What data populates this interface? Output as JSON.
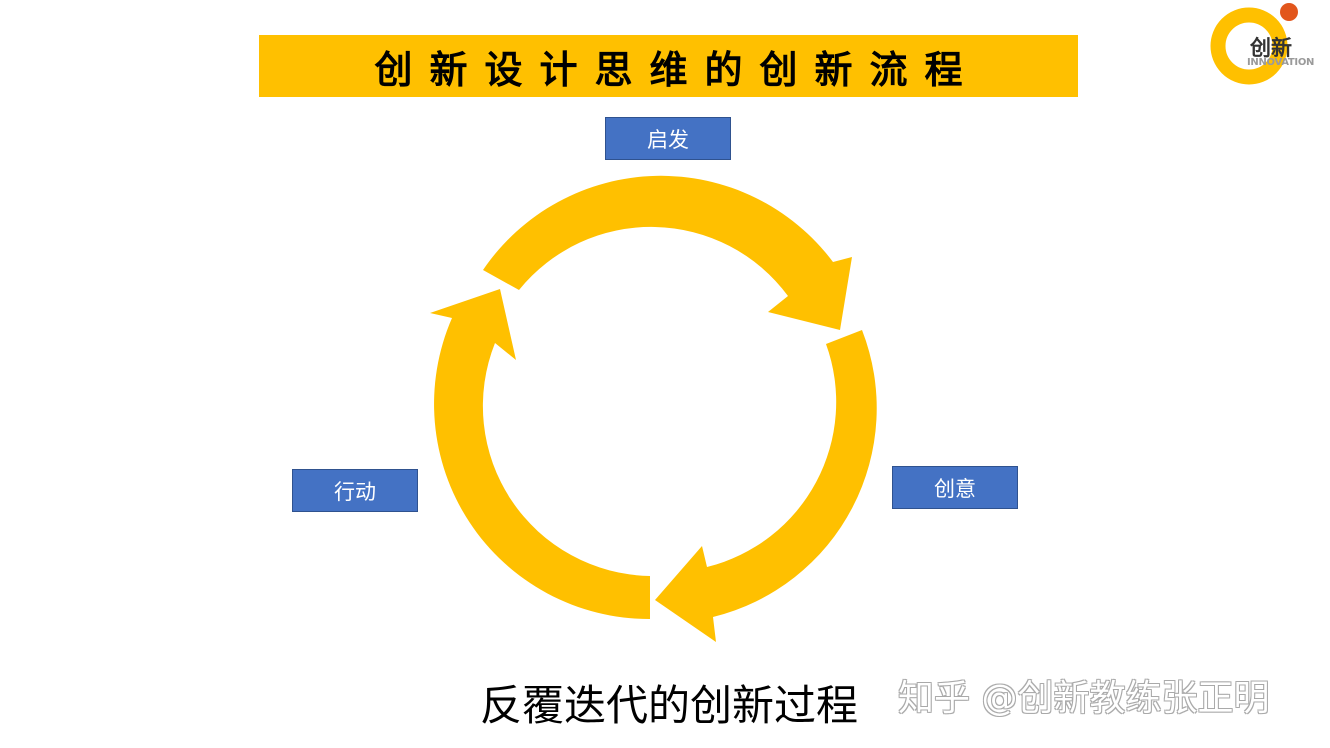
{
  "title": "创新设计思维的创新流程",
  "logo": {
    "text_cn": "创新",
    "text_en": "INNOVATION",
    "ring_color": "#ffc000",
    "dot_color": "#e2561c"
  },
  "diagram": {
    "arrow_color": "#ffc000",
    "stage_color": "#4472c4",
    "stages": [
      {
        "label": "启发"
      },
      {
        "label": "创意"
      },
      {
        "label": "行动"
      }
    ]
  },
  "caption": "反覆迭代的创新过程",
  "watermark": "知乎 @创新教练张正明"
}
